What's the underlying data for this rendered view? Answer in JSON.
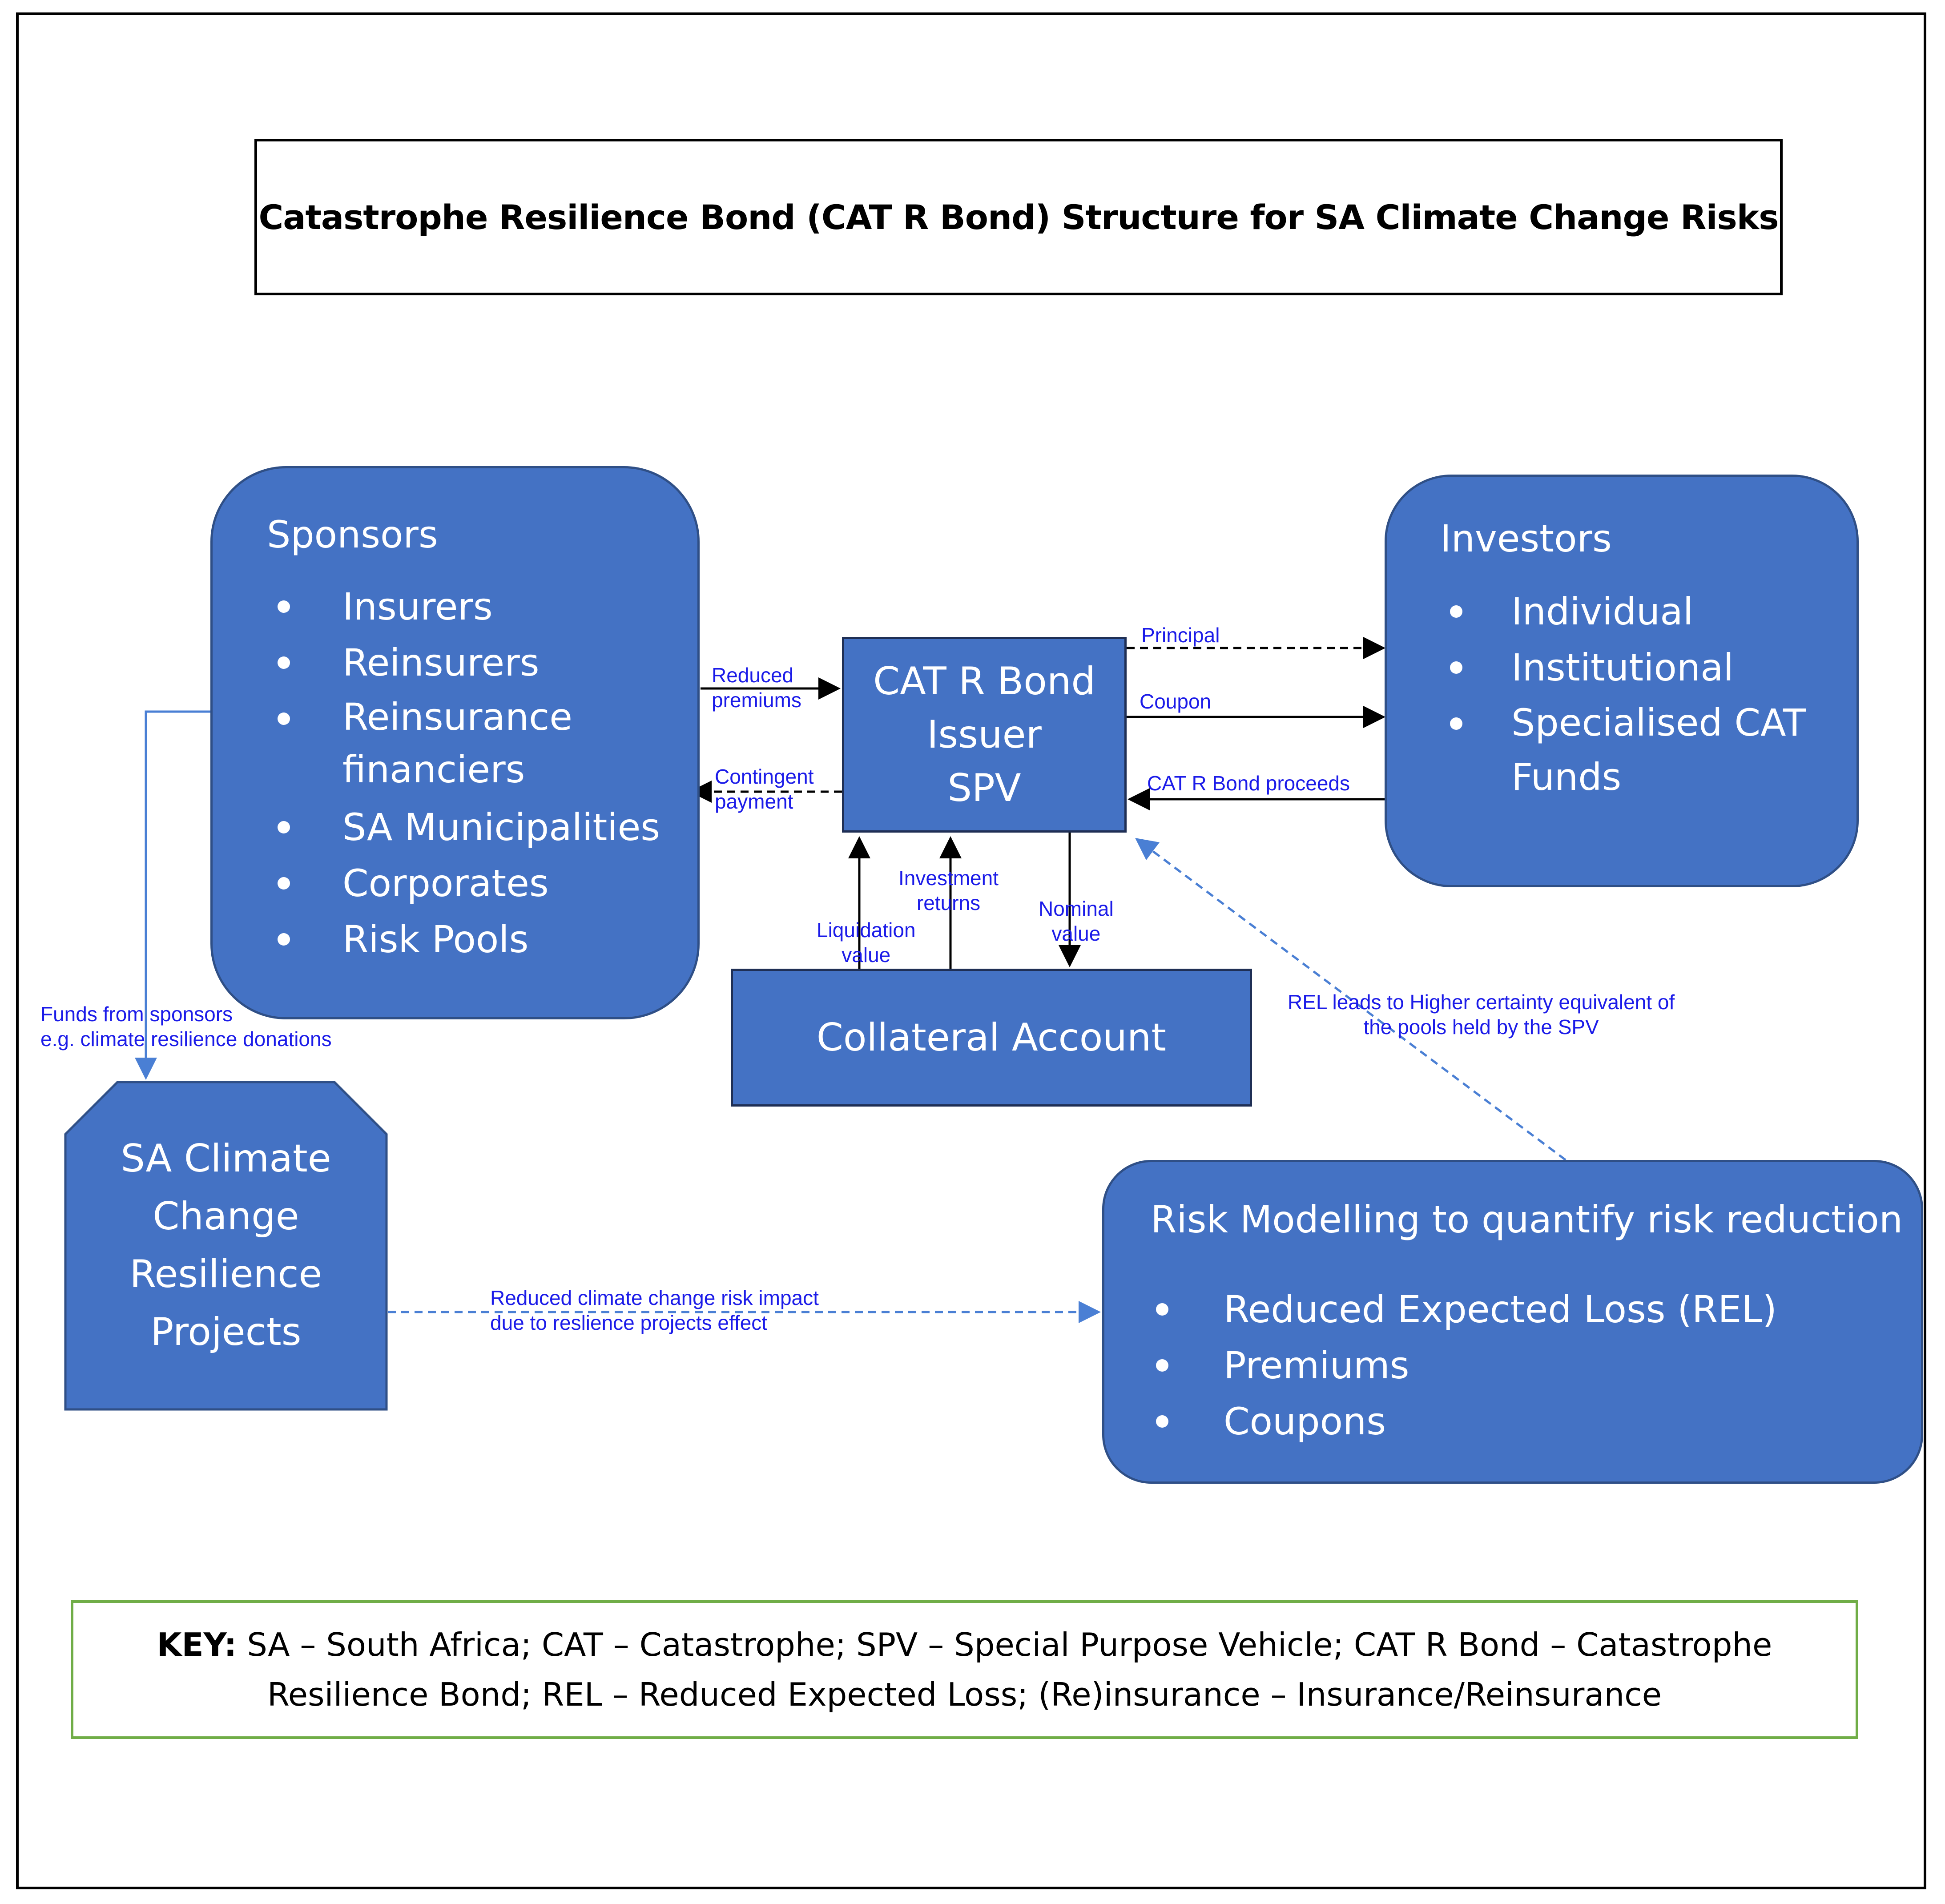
{
  "title": "Catastrophe Resilience Bond (CAT R Bond) Structure for SA Climate Change Risks",
  "sponsors": {
    "heading": "Sponsors",
    "items": [
      "Insurers",
      "Reinsurers",
      "Reinsurance financiers",
      "SA Municipalities",
      "Corporates",
      "Risk Pools"
    ]
  },
  "investors": {
    "heading": "Investors",
    "items": [
      "Individual",
      "Institutional",
      "Specialised CAT Funds"
    ]
  },
  "spv": {
    "label": "CAT R Bond\nIssuer\nSPV"
  },
  "collateral": {
    "label": "Collateral Account"
  },
  "projects": {
    "label": "SA Climate\nChange\nResilience\nProjects"
  },
  "risk_modelling": {
    "heading": "Risk Modelling to quantify risk reduction",
    "items": [
      "Reduced Expected Loss (REL)",
      "Premiums",
      "Coupons"
    ]
  },
  "edges": {
    "reduced_premiums": "Reduced\npremiums",
    "contingent_payment": "Contingent\npayment",
    "principal": "Principal",
    "coupon": "Coupon",
    "proceeds": "CAT R Bond proceeds",
    "investment_returns": "Investment\nreturns",
    "liquidation_value": "Liquidation\nvalue",
    "nominal_value": "Nominal\nvalue",
    "funds_from_sponsors": "Funds from sponsors\ne.g. climate resilience donations",
    "rel_leads": "REL leads to Higher certainty equivalent of\nthe pools held by the SPV",
    "reduced_impact": "Reduced climate change risk impact\ndue to reslience projects effect"
  },
  "key": {
    "label": "KEY:",
    "text": " SA – South Africa; CAT – Catastrophe; SPV – Special Purpose Vehicle; CAT R Bond – Catastrophe Resilience Bond; REL – Reduced Expected Loss; (Re)insurance – Insurance/Reinsurance"
  },
  "colors": {
    "node_fill": "#4472c4",
    "node_border": "#2f4f86",
    "edge_label": "#1b1be8",
    "dashed_blue": "#4a7fd4",
    "key_border": "#70ad47"
  }
}
